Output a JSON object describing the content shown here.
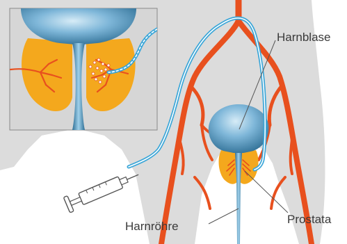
{
  "labels": {
    "bladder": "Harnblase",
    "prostate": "Prostata",
    "urethra": "Harnröhre"
  },
  "colors": {
    "body_silhouette": "#dcdcdc",
    "artery": "#e8501e",
    "catheter_blue": "#3aa6d8",
    "catheter_white": "#ffffff",
    "bladder_dark": "#2f6f95",
    "bladder_light": "#a9d4ec",
    "prostate": "#f4a81d",
    "label_text": "#3a3a3a",
    "leader_line": "#555555"
  },
  "icons": [
    "syringe-icon",
    "particle-dots-icon"
  ]
}
